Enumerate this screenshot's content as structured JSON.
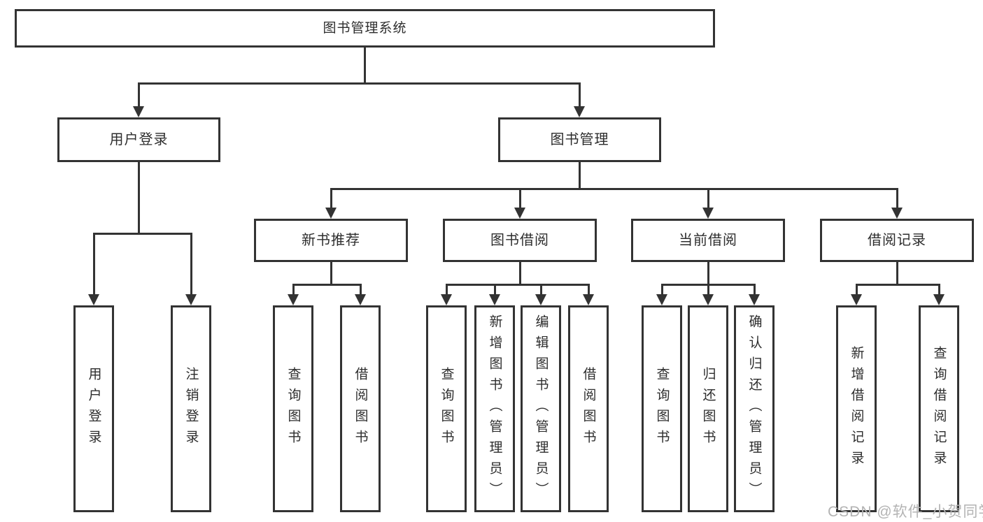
{
  "tree": {
    "root": {
      "label": "图书管理系统"
    },
    "level2": [
      {
        "label": "用户登录"
      },
      {
        "label": "图书管理"
      }
    ],
    "level3": [
      {
        "label": "新书推荐"
      },
      {
        "label": "图书借阅"
      },
      {
        "label": "当前借阅"
      },
      {
        "label": "借阅记录"
      }
    ],
    "leaves": {
      "user_login": [
        {
          "label": "用户登录"
        },
        {
          "label": "注销登录"
        }
      ],
      "new_book": [
        {
          "label": "查询图书"
        },
        {
          "label": "借阅图书"
        }
      ],
      "borrow": [
        {
          "label": "查询图书"
        },
        {
          "label": "新增图书（管理员）"
        },
        {
          "label": "编辑图书（管理员）"
        },
        {
          "label": "借阅图书"
        }
      ],
      "current": [
        {
          "label": "查询图书"
        },
        {
          "label": "归还图书"
        },
        {
          "label": "确认归还（管理员）"
        }
      ],
      "records": [
        {
          "label": "新增借阅记录"
        },
        {
          "label": "查询借阅记录"
        }
      ]
    }
  },
  "watermark": {
    "text": "CSDN @软件_小贺同学"
  },
  "colors": {
    "line": "#333333",
    "text": "#2d2d2d",
    "watermark": "#b3b3b3",
    "background": "#ffffff"
  }
}
